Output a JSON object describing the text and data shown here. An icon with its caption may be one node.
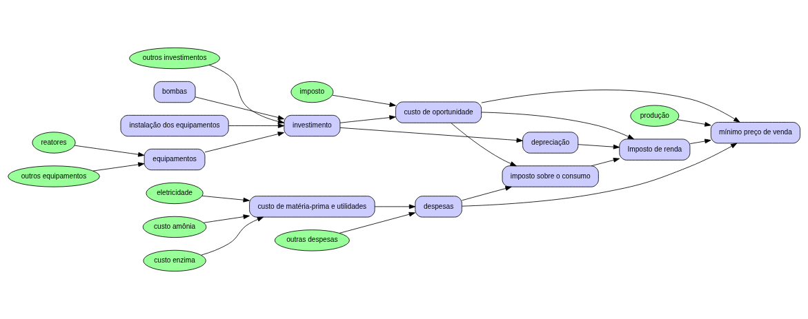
{
  "diagram": {
    "nodes": [
      {
        "text": [
          "reatores"
        ]
      },
      {
        "text": [
          "bombas"
        ]
      },
      {
        "text": [
          "instalação dos equipamentos"
        ]
      },
      {
        "text": [
          "imposto"
        ]
      },
      {
        "text": [
          "custo de oportunidade"
        ]
      },
      {
        "text": [
          "produção"
        ]
      },
      {
        "text": [
          "equipamentos"
        ]
      },
      {
        "text": [
          "investimento"
        ]
      },
      {
        "text": [
          "depreciação"
        ]
      },
      {
        "text": [
          "Imposto de renda"
        ]
      },
      {
        "text": [
          "mínimo preço de venda"
        ]
      },
      {
        "text": [
          "imposto sobre o consumo"
        ]
      },
      {
        "text": [
          "outros equipamentos"
        ]
      },
      {
        "text": [
          "outros investimentos"
        ]
      },
      {
        "text": [
          "eletricidade"
        ]
      },
      {
        "text": [
          "custo amônia"
        ]
      },
      {
        "text": [
          "custo de matéria-prima e utilidades"
        ]
      },
      {
        "text": [
          "despesas"
        ]
      },
      {
        "text": [
          "outras despesas"
        ]
      },
      {
        "text": [
          "custo enzima"
        ]
      }
    ],
    "edges": [
      {
        "from": 0,
        "to": 6,
        "arrow": "to"
      },
      {
        "from": 12,
        "to": 6,
        "arrow": "to"
      },
      {
        "from": 6,
        "to": 7,
        "arrow": "to"
      },
      {
        "from": 1,
        "to": 7,
        "arrow": "to"
      },
      {
        "from": 2,
        "to": 7,
        "arrow": "to"
      },
      {
        "from": 13,
        "to": 7,
        "arrow": "to"
      },
      {
        "from": 7,
        "to": 8,
        "arrow": "to"
      },
      {
        "from": 7,
        "to": 4,
        "arrow": "to"
      },
      {
        "from": 3,
        "to": 4,
        "arrow": "to"
      },
      {
        "from": 4,
        "to": 9,
        "arrow": "to"
      },
      {
        "from": 4,
        "to": 10,
        "arrow": "to"
      },
      {
        "from": 4,
        "to": 11,
        "arrow": "to"
      },
      {
        "from": 5,
        "to": 10,
        "arrow": "to"
      },
      {
        "from": 8,
        "to": 9,
        "arrow": "to"
      },
      {
        "from": 9,
        "to": 10,
        "arrow": "to"
      },
      {
        "from": 11,
        "to": 9,
        "arrow": "to"
      },
      {
        "from": 17,
        "to": 11,
        "arrow": "to"
      },
      {
        "from": 17,
        "to": 10,
        "arrow": "to"
      },
      {
        "from": 18,
        "to": 17,
        "arrow": "to"
      },
      {
        "from": 16,
        "to": 17,
        "arrow": "to"
      },
      {
        "from": 14,
        "to": 16,
        "arrow": "to"
      },
      {
        "from": 15,
        "to": 16,
        "arrow": "to"
      },
      {
        "from": 19,
        "to": 16,
        "arrow": "to"
      }
    ]
  }
}
